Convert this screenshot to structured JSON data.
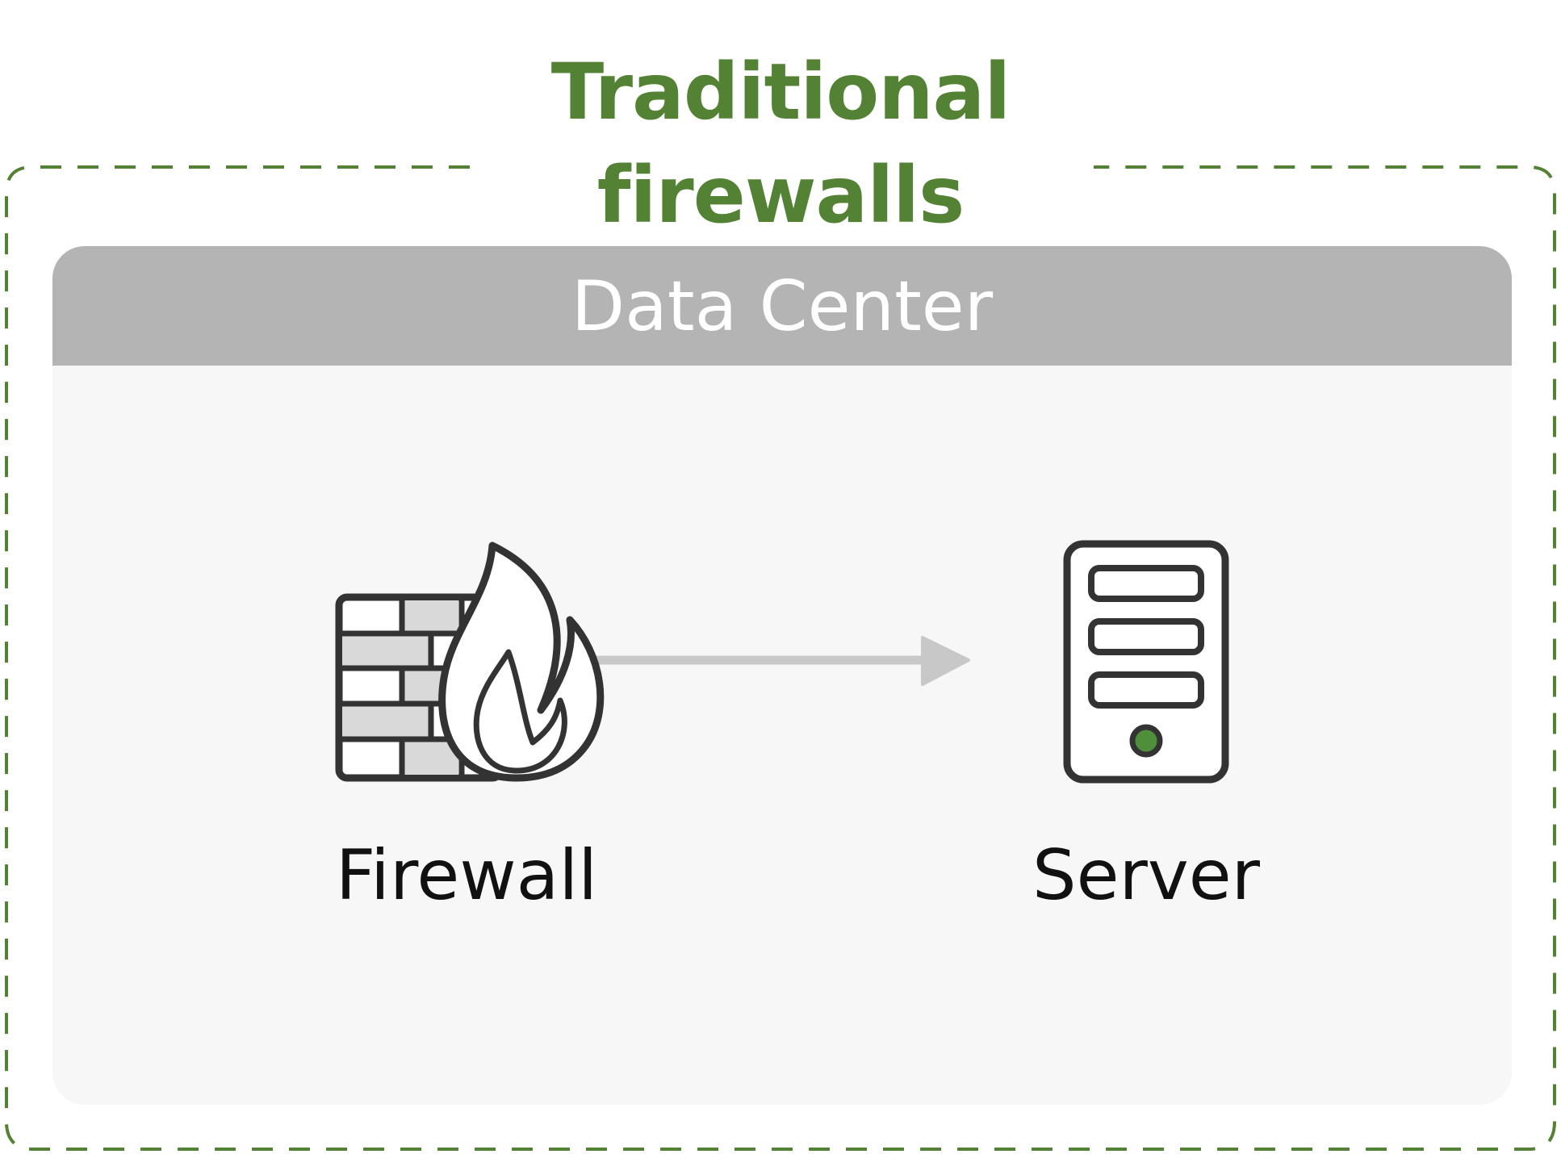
{
  "title": "Traditional firewalls",
  "data_center": {
    "label": "Data Center"
  },
  "nodes": {
    "firewall": {
      "label": "Firewall",
      "icon": "firewall-icon"
    },
    "server": {
      "label": "Server",
      "icon": "server-icon"
    }
  },
  "connection": {
    "from": "firewall",
    "to": "server",
    "icon": "arrow-right-icon"
  },
  "colors": {
    "accent": "#548235",
    "header": "#b4b4b4",
    "panel": "#f6f7f6",
    "icon_stroke": "#333333",
    "arrow": "#c8c8c8",
    "server_led": "#4f8f3a"
  }
}
